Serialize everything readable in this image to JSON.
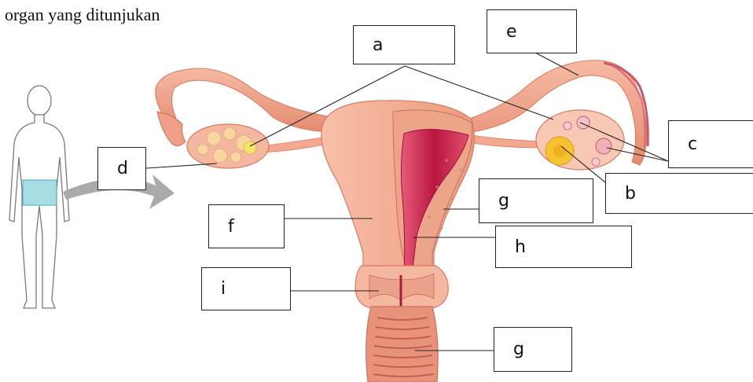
{
  "heading": "organ yang ditunjukan",
  "labels": {
    "a": "a",
    "b": "b",
    "c": "c",
    "d": "d",
    "e": "e",
    "f": "f",
    "g_upper": "g",
    "g_lower": "g",
    "h": "h",
    "i": "i"
  },
  "colors": {
    "tissue": "#f2a98f",
    "tissue_dark": "#d9785f",
    "lumen": "#c9264f",
    "follicle": "#f5c430",
    "body_highlight": "#a9dde6",
    "arrow": "#aaaaaa"
  }
}
